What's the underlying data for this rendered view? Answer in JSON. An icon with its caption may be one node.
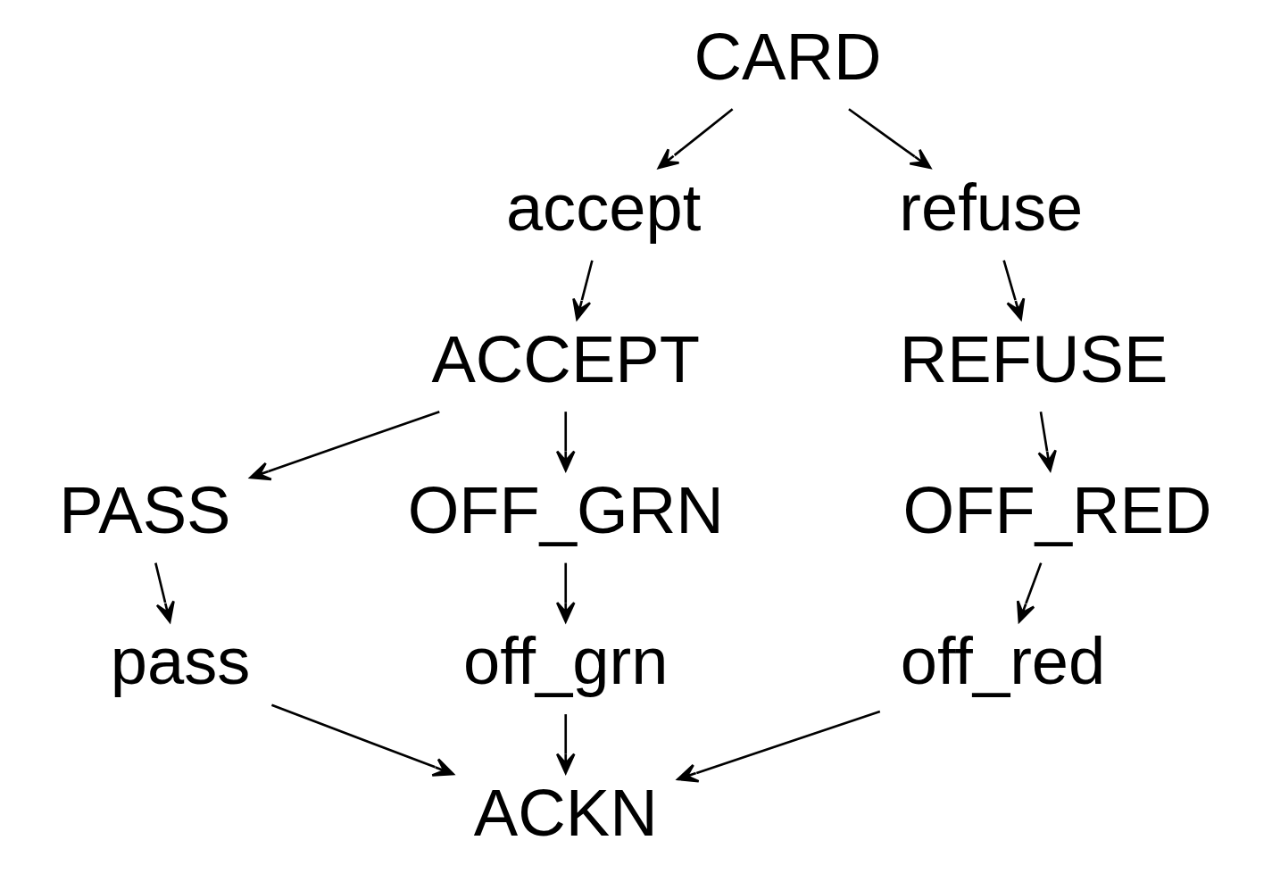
{
  "diagram": {
    "nodes": [
      {
        "text": [
          "CARD"
        ]
      },
      {
        "text": [
          "accept"
        ]
      },
      {
        "text": [
          "refuse"
        ]
      },
      {
        "text": [
          "ACCEPT"
        ]
      },
      {
        "text": [
          "REFUSE"
        ]
      },
      {
        "text": [
          "PASS"
        ]
      },
      {
        "text": [
          "OFF_GRN"
        ]
      },
      {
        "text": [
          "OFF_RED"
        ]
      },
      {
        "text": [
          "pass"
        ]
      },
      {
        "text": [
          "off_grn"
        ]
      },
      {
        "text": [
          "off_red"
        ]
      },
      {
        "text": [
          "ACKN"
        ]
      }
    ],
    "edges": [
      {
        "from": 0,
        "to": 1,
        "arrow": "to"
      },
      {
        "from": 0,
        "to": 2,
        "arrow": "to"
      },
      {
        "from": 1,
        "to": 3,
        "arrow": "to"
      },
      {
        "from": 2,
        "to": 4,
        "arrow": "to"
      },
      {
        "from": 3,
        "to": 5,
        "arrow": "to"
      },
      {
        "from": 3,
        "to": 6,
        "arrow": "to"
      },
      {
        "from": 4,
        "to": 7,
        "arrow": "to"
      },
      {
        "from": 5,
        "to": 8,
        "arrow": "to"
      },
      {
        "from": 6,
        "to": 9,
        "arrow": "to"
      },
      {
        "from": 7,
        "to": 10,
        "arrow": "to"
      },
      {
        "from": 8,
        "to": 11,
        "arrow": "to"
      },
      {
        "from": 9,
        "to": 11,
        "arrow": "to"
      },
      {
        "from": 10,
        "to": 11,
        "arrow": "to"
      }
    ]
  }
}
